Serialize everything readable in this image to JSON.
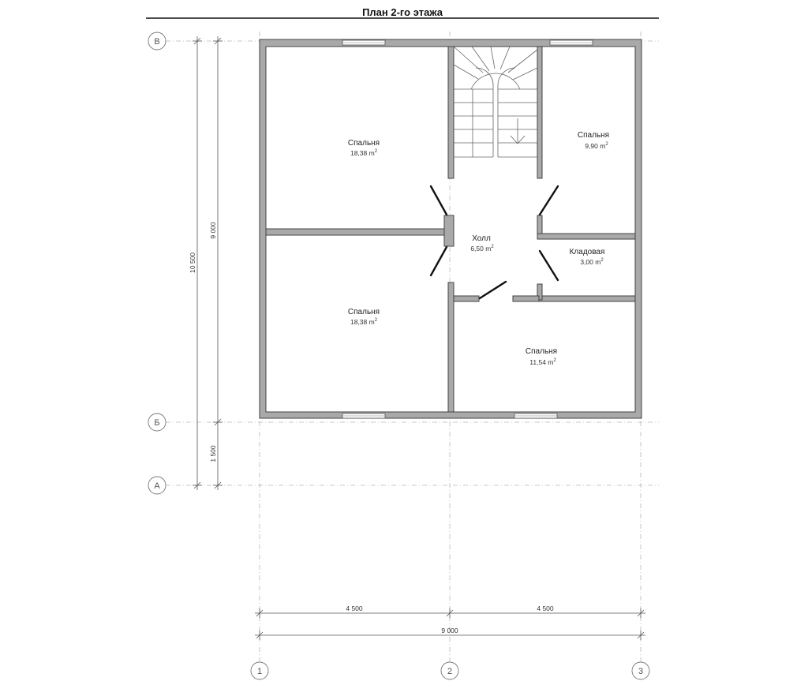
{
  "title": "План 2-го этажа",
  "rooms": [
    {
      "id": "bedroom-nw",
      "name": "Спальня",
      "area": "18,38 m",
      "unit_sup": "2"
    },
    {
      "id": "bedroom-ne",
      "name": "Спальня",
      "area": "9,90 m",
      "unit_sup": "2"
    },
    {
      "id": "hall",
      "name": "Холл",
      "area": "6,50 m",
      "unit_sup": "2"
    },
    {
      "id": "storage",
      "name": "Кладовая",
      "area": "3,00 m",
      "unit_sup": "2"
    },
    {
      "id": "bedroom-sw",
      "name": "Спальня",
      "area": "18,38 m",
      "unit_sup": "2"
    },
    {
      "id": "bedroom-se",
      "name": "Спальня",
      "area": "11,54 m",
      "unit_sup": "2"
    }
  ],
  "axes": {
    "rows": [
      "В",
      "Б",
      "А"
    ],
    "columns": [
      "1",
      "2",
      "3"
    ]
  },
  "dimensions": {
    "vertical_total": "10 500",
    "vertical_main": "9 000",
    "vertical_small": "1 500",
    "horizontal_left": "4 500",
    "horizontal_right": "4 500",
    "horizontal_total": "9 000"
  }
}
